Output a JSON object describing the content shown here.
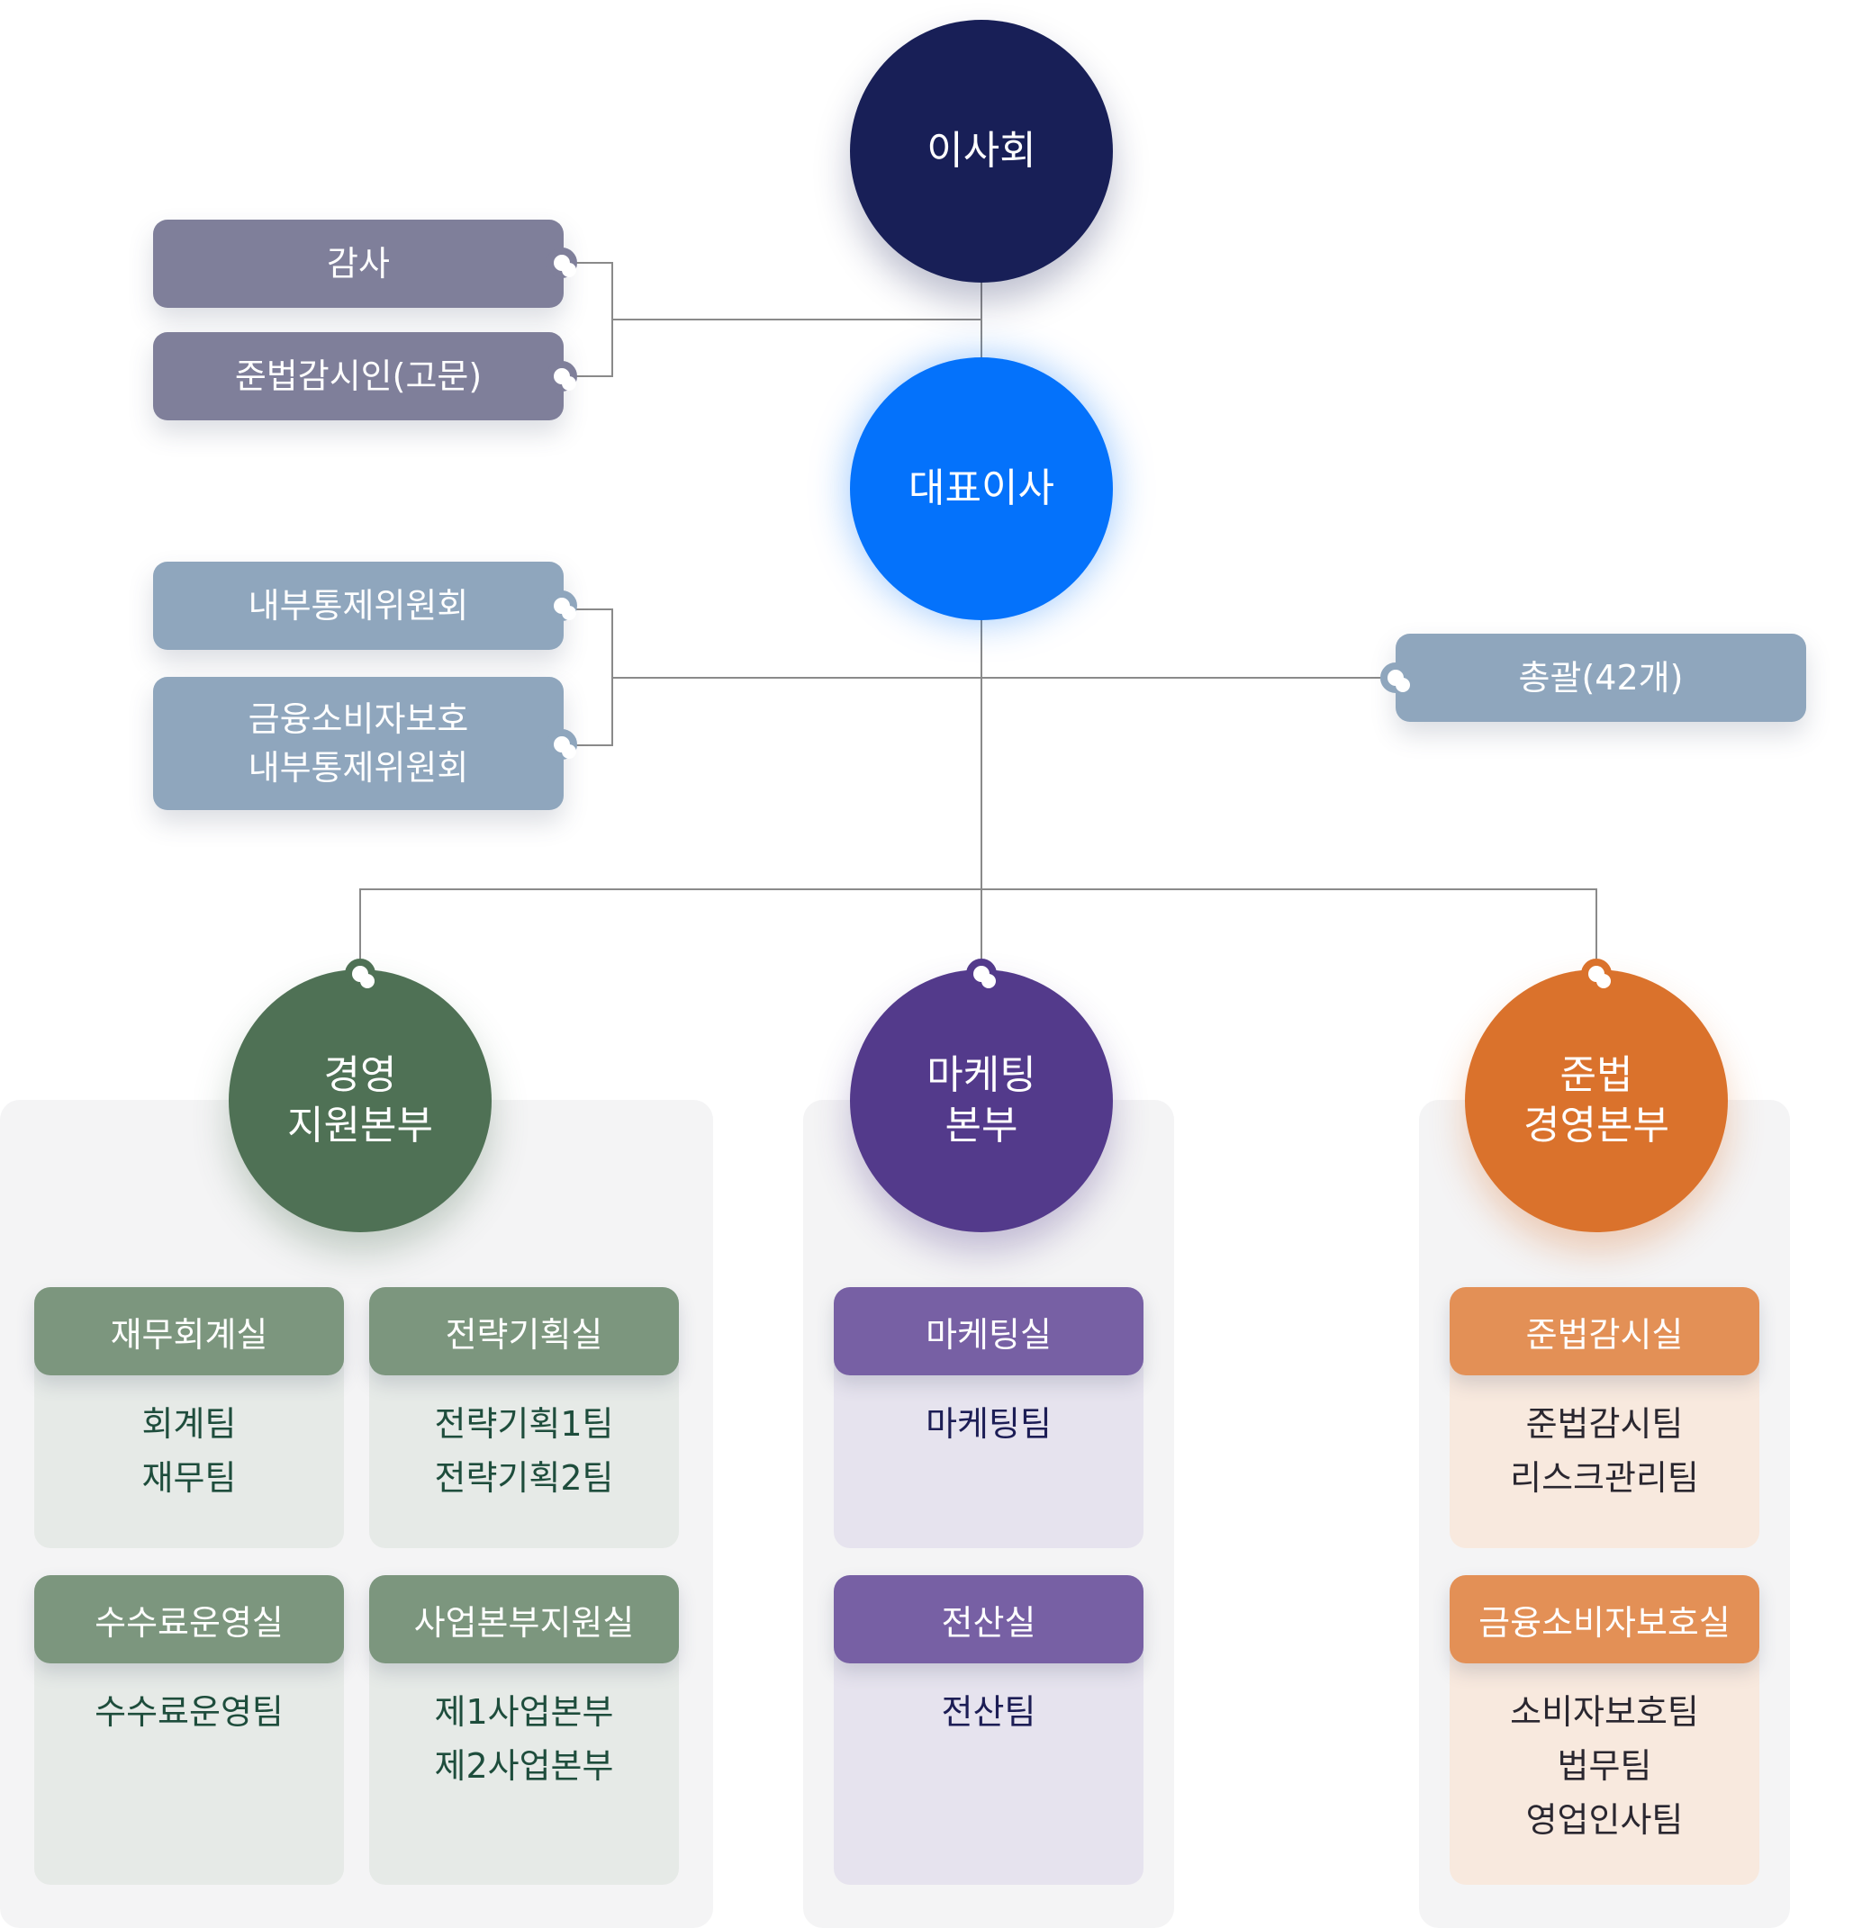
{
  "top": {
    "board": "이사회",
    "ceo": "대표이사"
  },
  "side_left_upper": {
    "audit": "감사",
    "compliance_advisor": "준법감시인(고문)"
  },
  "side_left_lower": {
    "internal_control": "내부통제위원회",
    "consumer_protection": "금융소비자보호\n내부통제위원회"
  },
  "side_right": {
    "general": "총괄(42개)"
  },
  "divisions": {
    "management": {
      "title": "경영\n지원본부",
      "cards": [
        {
          "title": "재무회계실",
          "teams": "회계팀\n재무팀"
        },
        {
          "title": "전략기획실",
          "teams": "전략기획1팀\n전략기획2팀"
        },
        {
          "title": "수수료운영실",
          "teams": "수수료운영팀"
        },
        {
          "title": "사업본부지원실",
          "teams": "제1사업본부\n제2사업본부"
        }
      ]
    },
    "marketing": {
      "title": "마케팅\n본부",
      "cards": [
        {
          "title": "마케팅실",
          "teams": "마케팅팀"
        },
        {
          "title": "전산실",
          "teams": "전산팀"
        }
      ]
    },
    "compliance": {
      "title": "준법\n경영본부",
      "cards": [
        {
          "title": "준법감시실",
          "teams": "준법감시팀\n리스크관리팀"
        },
        {
          "title": "금융소비자보호실",
          "teams": "소비자보호팀\n법무팀\n영업인사팀"
        }
      ]
    }
  },
  "colors": {
    "board": "#181f57",
    "ceo": "#0472fb",
    "audit": "#7f7f9a",
    "control": "#8fa6bd",
    "management": "#4f7155",
    "management_head": "#7c967e",
    "management_body": "#e6eae7",
    "management_text": "#1e4d3c",
    "marketing": "#533a8b",
    "marketing_head": "#7760a4",
    "marketing_body": "#e6e3ee",
    "marketing_text": "#1c1d55",
    "compliance": "#da722c",
    "compliance_head": "#e39056",
    "compliance_body": "#f8e9de",
    "compliance_text": "#2a2730",
    "connector": "#888888",
    "panel": "#f4f4f5"
  }
}
